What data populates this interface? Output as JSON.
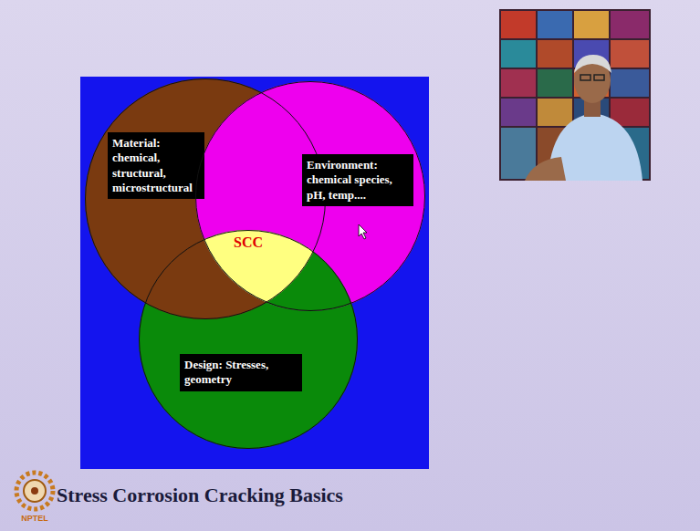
{
  "diagram": {
    "title": "Stress Corrosion Cracking Basics",
    "nodes": [
      {
        "text": [
          "Material: chemical, structural, microstructural"
        ]
      },
      {
        "text": [
          "Environment: chemical species, pH, temp...."
        ]
      },
      {
        "text": [
          "Design: Stresses, geometry"
        ]
      }
    ],
    "labels": [
      "SCC",
      "NPTEL"
    ]
  }
}
